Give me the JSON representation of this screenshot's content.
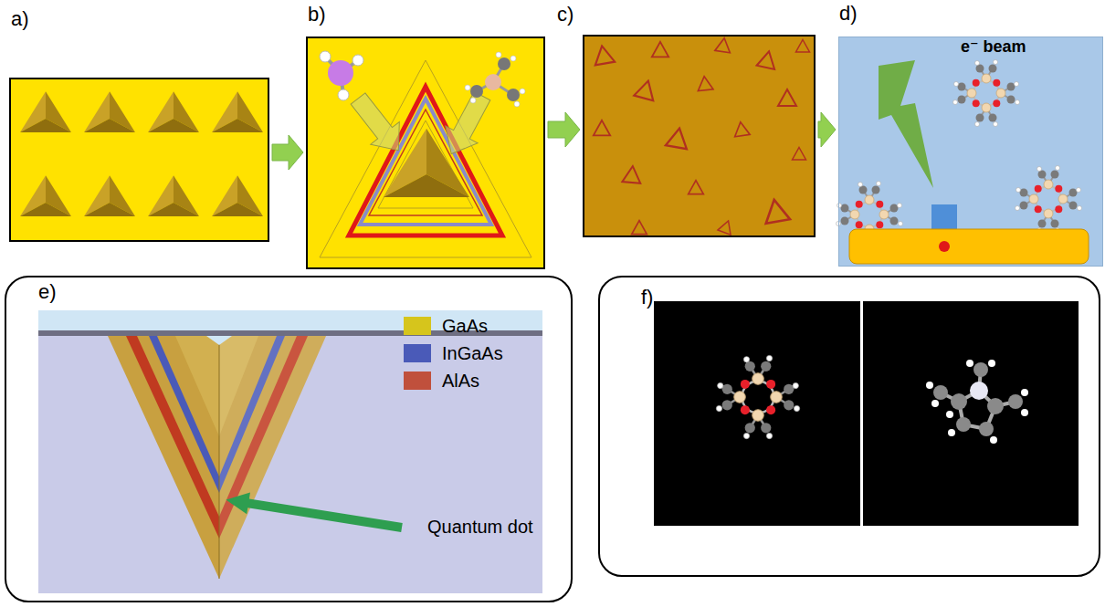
{
  "diagram": {
    "nodes": [
      {
        "text": [
          "a)"
        ]
      },
      {
        "text": [
          "b)"
        ]
      },
      {
        "text": [
          "c)"
        ]
      },
      {
        "text": [
          "d)"
        ]
      },
      {
        "text": [
          "e)"
        ]
      },
      {
        "text": [
          "f)"
        ]
      }
    ],
    "edges": [
      {
        "from": 0,
        "to": 1,
        "arrow": "to"
      },
      {
        "from": 1,
        "to": 2,
        "arrow": "to"
      },
      {
        "from": 2,
        "to": 3,
        "arrow": "to"
      }
    ],
    "labels": [
      "e⁻ beam",
      "Quantum dot"
    ],
    "legend": [
      {
        "text": "GaAs",
        "color": "#d6c51c"
      },
      {
        "text": "InGaAs",
        "color": "#4a5ab8"
      },
      {
        "text": "AlAs",
        "color": "#c0503c"
      }
    ]
  }
}
